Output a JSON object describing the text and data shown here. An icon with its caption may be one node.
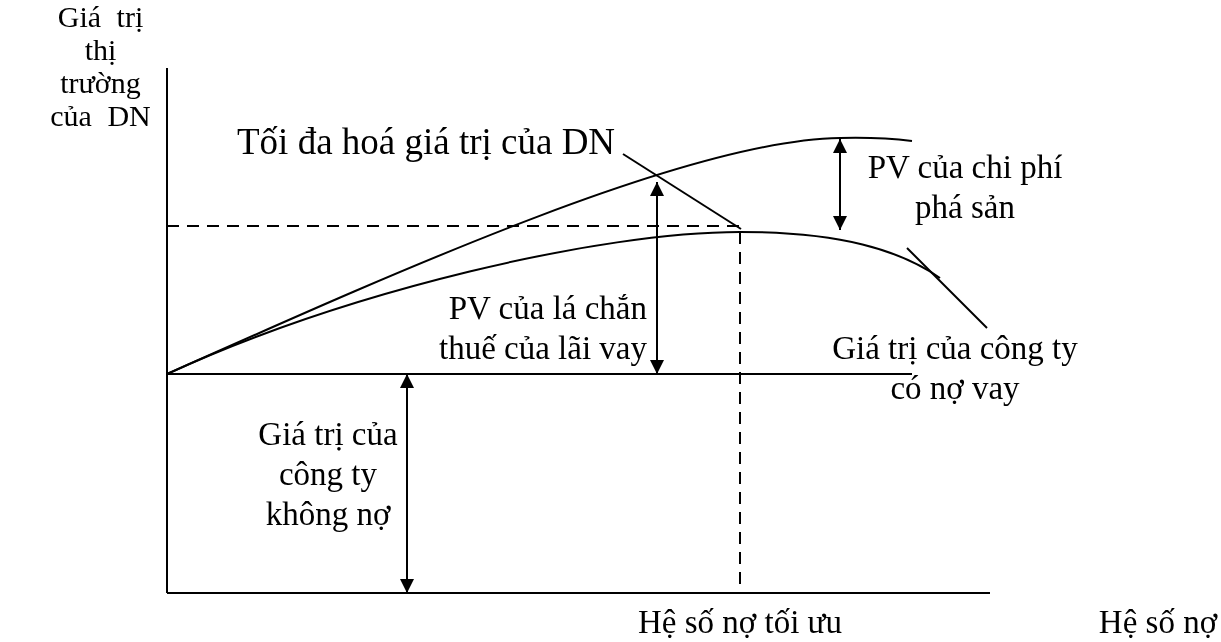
{
  "diagram": {
    "nodes": [
      {
        "text": [
          "Tối đa hoá giá trị của DN"
        ]
      },
      {
        "text": [
          "Giá trị của công ty có nợ vay"
        ]
      },
      {
        "text": [],
        "shape": "curve"
      }
    ],
    "edges": [
      {
        "from": 0,
        "to": 2,
        "arrow": "none"
      },
      {
        "from": 1,
        "to": 2,
        "arrow": "none"
      }
    ],
    "labels": [
      "Giá trị thị trường của DN",
      "PV của chi phí phá sản",
      "PV của lá chắn thuế của lãi vay",
      "Giá trị của công ty không nợ",
      "Hệ số nợ tối ưu",
      "Hệ số nợ"
    ]
  }
}
